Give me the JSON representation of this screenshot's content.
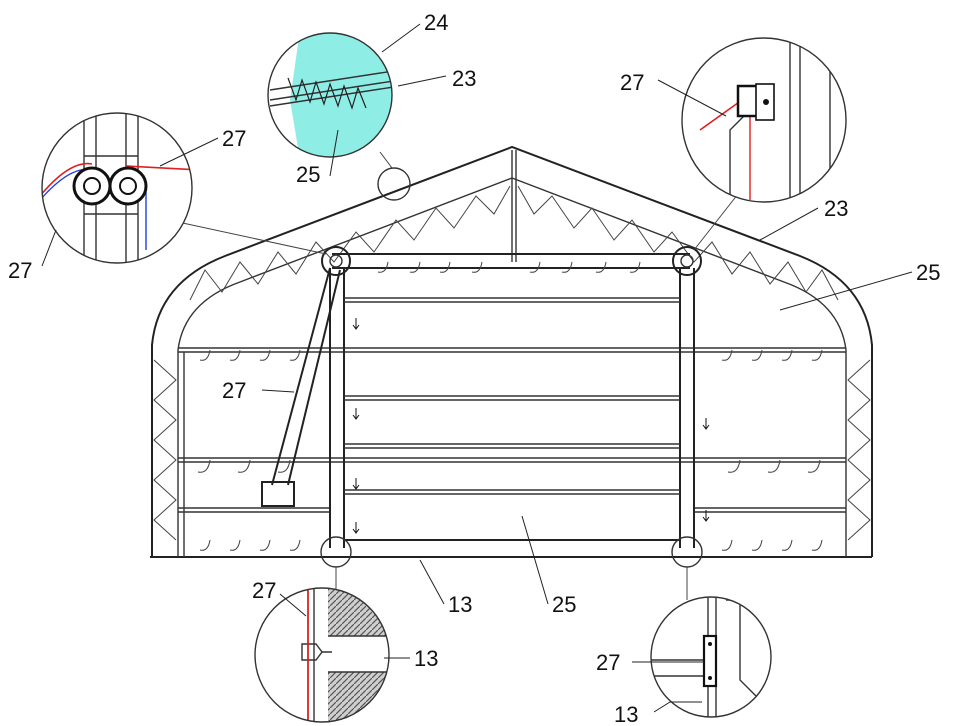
{
  "labels": {
    "top_24": "24",
    "top_23": "23",
    "top_25": "25",
    "left_27_top": "27",
    "left_27_bottom": "27",
    "right_27": "27",
    "right_23": "23",
    "right_25": "25",
    "strap_27": "27",
    "bottom_13": "13",
    "bottom_25": "25",
    "bl_27": "27",
    "bl_13": "13",
    "br_27": "27",
    "br_13": "13"
  },
  "colors": {
    "panel_cyan": "#8eeee6",
    "belt_red": "#e02020",
    "belt_blue": "#2040e0",
    "line_dark": "#222222",
    "hatch_gray": "#555555"
  }
}
